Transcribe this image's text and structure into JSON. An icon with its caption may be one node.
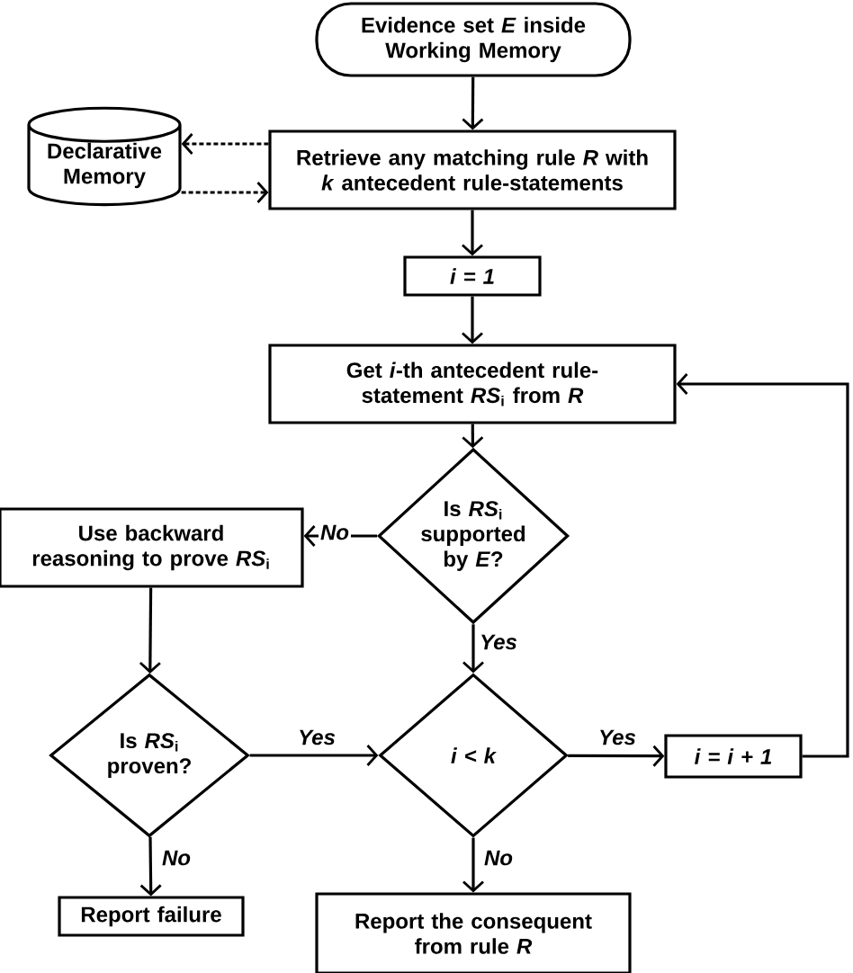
{
  "diagram": {
    "nodes": [
      {
        "text": [
          "Evidence set *E* inside Working Memory"
        ]
      },
      {
        "text": [
          "Declarative Memory"
        ]
      },
      {
        "text": [
          "Retrieve any matching rule *R* with *k* antecedent rule-statements"
        ]
      },
      {
        "text": [
          "i = 1"
        ]
      },
      {
        "text": [
          "Get *i*-th antecedent rule-statement *RS*$_{i}$ from *R*"
        ]
      },
      {
        "text": [
          "Is *RS*$_{i}$ supported by *E*?"
        ]
      },
      {
        "text": [
          "Use backward reasoning to prove *RS*$_{i}$"
        ]
      },
      {
        "text": [
          "Is *RS*$_{i}$ proven?"
        ]
      },
      {
        "text": [
          "i < k"
        ]
      },
      {
        "text": [
          "i = i + 1"
        ]
      },
      {
        "text": [
          "Report failure"
        ]
      },
      {
        "text": [
          "Report the consequent from rule *R*"
        ]
      }
    ],
    "edges": [
      {
        "from": 0,
        "to": 2,
        "arrow": "to"
      },
      {
        "from": 2,
        "to": 1,
        "arrow": "to",
        "style": "dashed"
      },
      {
        "from": 1,
        "to": 2,
        "arrow": "to",
        "style": "dashed"
      },
      {
        "from": 2,
        "to": 3,
        "arrow": "to"
      },
      {
        "from": 3,
        "to": 4,
        "arrow": "to"
      },
      {
        "from": 4,
        "to": 5,
        "arrow": "to"
      },
      {
        "from": 5,
        "to": 6,
        "arrow": "to",
        "label": "No"
      },
      {
        "from": 5,
        "to": 8,
        "arrow": "to",
        "label": "Yes"
      },
      {
        "from": 6,
        "to": 7,
        "arrow": "to"
      },
      {
        "from": 7,
        "to": 8,
        "arrow": "to",
        "label": "Yes"
      },
      {
        "from": 7,
        "to": 10,
        "arrow": "to",
        "label": "No"
      },
      {
        "from": 8,
        "to": 9,
        "arrow": "to",
        "label": "Yes"
      },
      {
        "from": 8,
        "to": 11,
        "arrow": "to",
        "label": "No"
      },
      {
        "from": 9,
        "to": 4,
        "arrow": "to"
      }
    ]
  }
}
